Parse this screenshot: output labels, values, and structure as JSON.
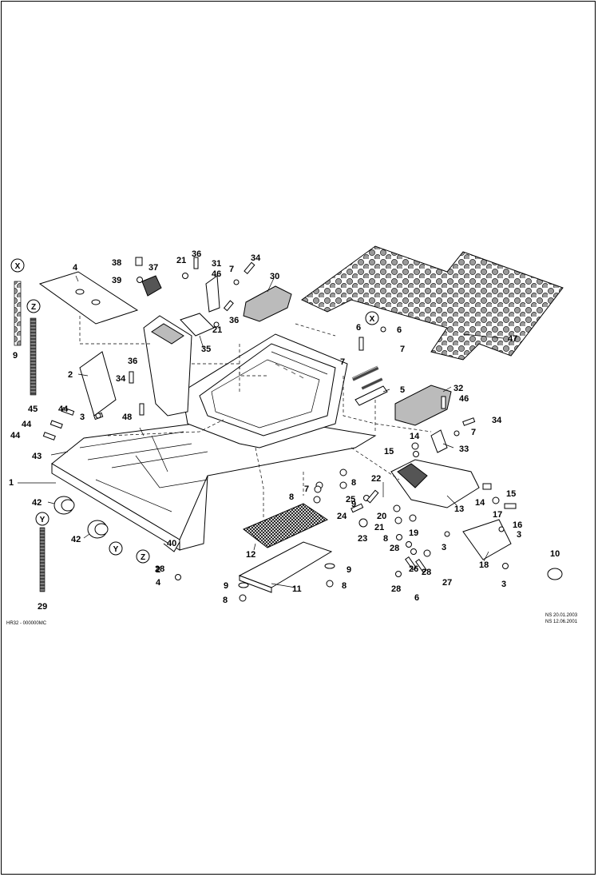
{
  "drawing": {
    "code": "HR32 - 000000MC",
    "revisions": [
      "NS 20.01.2003",
      "NS 12.06.2001"
    ],
    "connectors": [
      "X",
      "Z",
      "Y",
      "X",
      "Y",
      "Z"
    ]
  },
  "callouts": [
    "1",
    "2",
    "3",
    "3",
    "3",
    "3",
    "4",
    "5",
    "6",
    "6",
    "7",
    "7",
    "7",
    "7",
    "8",
    "8",
    "8",
    "8",
    "8",
    "9",
    "9",
    "9",
    "9",
    "10",
    "11",
    "12",
    "13",
    "14",
    "14",
    "15",
    "15",
    "16",
    "17",
    "18",
    "19",
    "20",
    "21",
    "21",
    "21",
    "22",
    "23",
    "24",
    "25",
    "26",
    "27",
    "28",
    "28",
    "28",
    "28",
    "29",
    "30",
    "31",
    "32",
    "33",
    "34",
    "34",
    "34",
    "35",
    "36",
    "36",
    "36",
    "37",
    "38",
    "39",
    "40",
    "42",
    "42",
    "43",
    "44",
    "44",
    "44",
    "45",
    "46",
    "46",
    "47",
    "48",
    "2",
    "4",
    "6",
    "7"
  ]
}
